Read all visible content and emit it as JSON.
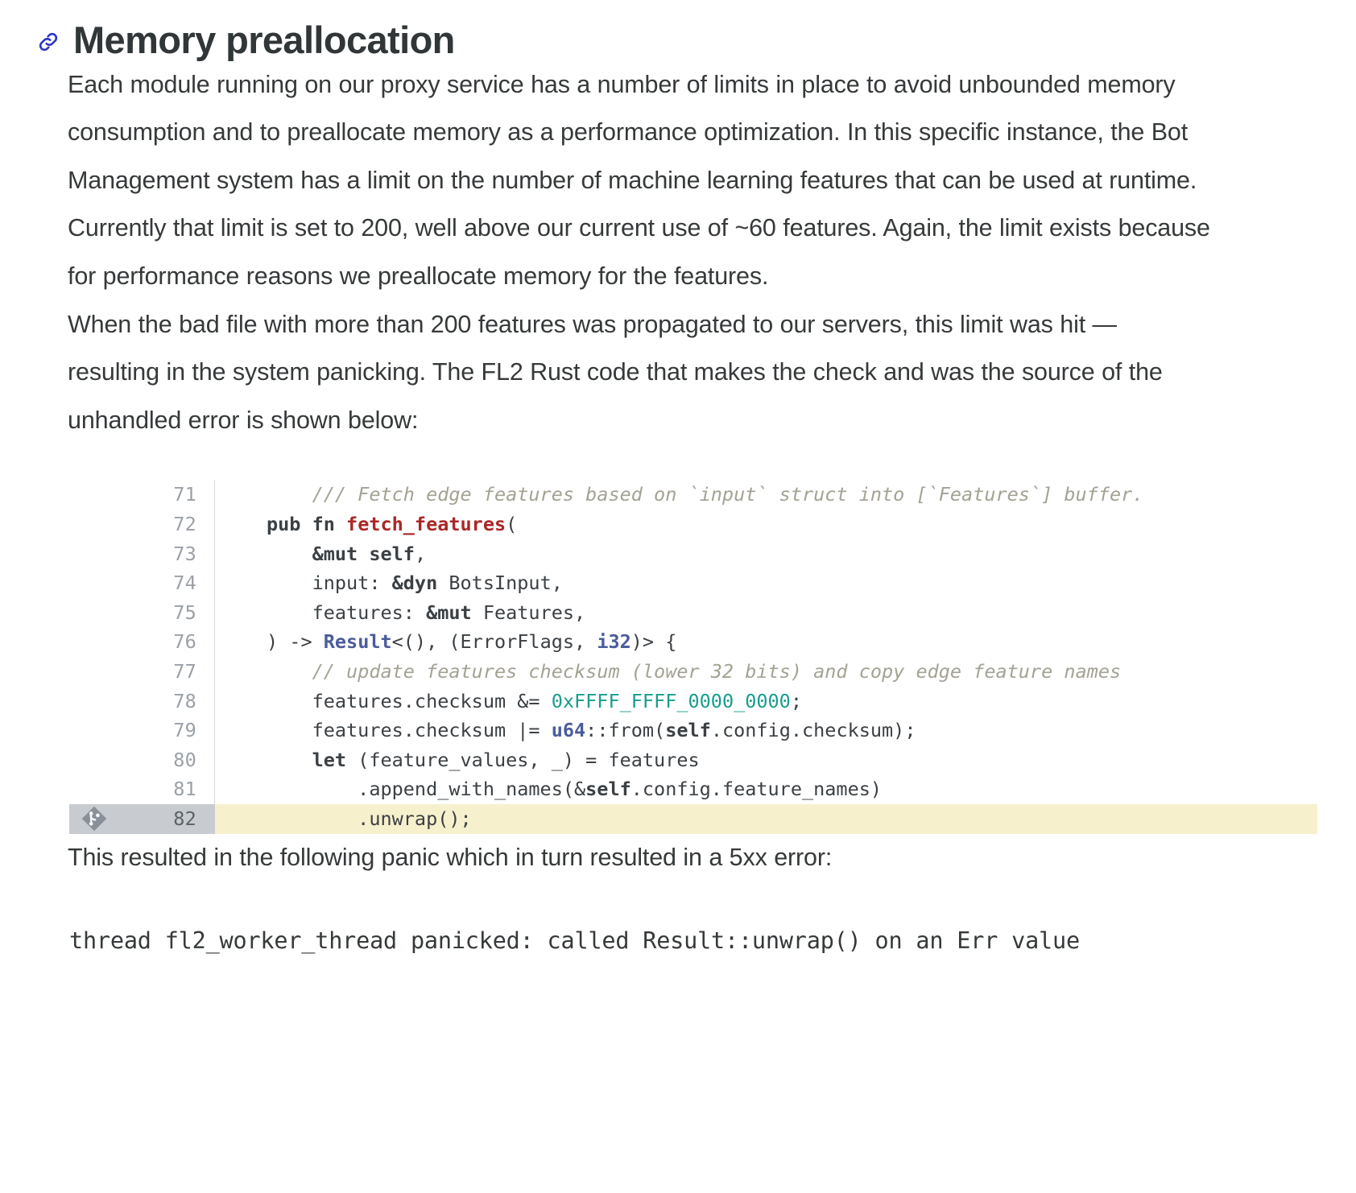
{
  "heading": {
    "anchor_icon": "link-chain-icon",
    "anchor_color": "#2b35c7",
    "title": "Memory preallocation"
  },
  "paragraphs": {
    "p1": "Each module running on our proxy service has a number of limits in place to avoid unbounded memory consumption and to preallocate memory as a performance optimization. In this specific instance, the Bot Management system has a limit on the number of machine learning features that can be used at runtime. Currently that limit is set to 200, well above our current use of ~60 features. Again, the limit exists because for performance reasons we preallocate memory for the features.",
    "p2": "When the bad file with more than 200 features was propagated to our servers, this limit was hit — resulting in the system panicking. The FL2 Rust code that makes the check and was the source of the unhandled error is shown below:",
    "p3": "This resulted in the following panic which in turn resulted in a 5xx error:"
  },
  "code_block": {
    "language": "rust",
    "highlight_color": "#f7f0cd",
    "gutter_highlight_color": "#c8ccd0",
    "marker_icon": "git-logo-icon",
    "lines": [
      {
        "number": "71",
        "highlighted": false,
        "tokens": [
          {
            "t": "    ",
            "c": "plain"
          },
          {
            "t": "/// Fetch edge features based on `input` struct into [`Features`] buffer.",
            "c": "comment"
          }
        ]
      },
      {
        "number": "72",
        "highlighted": false,
        "tokens": [
          {
            "t": "pub fn ",
            "c": "kw"
          },
          {
            "t": "fetch_features",
            "c": "fn"
          },
          {
            "t": "(",
            "c": "plain"
          }
        ]
      },
      {
        "number": "73",
        "highlighted": false,
        "tokens": [
          {
            "t": "    &mut ",
            "c": "kw"
          },
          {
            "t": "self",
            "c": "self"
          },
          {
            "t": ",",
            "c": "plain"
          }
        ]
      },
      {
        "number": "74",
        "highlighted": false,
        "tokens": [
          {
            "t": "    input: ",
            "c": "plain"
          },
          {
            "t": "&dyn ",
            "c": "kw"
          },
          {
            "t": "BotsInput,",
            "c": "plain"
          }
        ]
      },
      {
        "number": "75",
        "highlighted": false,
        "tokens": [
          {
            "t": "    features: ",
            "c": "plain"
          },
          {
            "t": "&mut ",
            "c": "kw"
          },
          {
            "t": "Features,",
            "c": "plain"
          }
        ]
      },
      {
        "number": "76",
        "highlighted": false,
        "tokens": [
          {
            "t": ") -> ",
            "c": "plain"
          },
          {
            "t": "Result",
            "c": "type"
          },
          {
            "t": "<(), (ErrorFlags, ",
            "c": "plain"
          },
          {
            "t": "i32",
            "c": "type"
          },
          {
            "t": ")> {",
            "c": "plain"
          }
        ]
      },
      {
        "number": "77",
        "highlighted": false,
        "tokens": [
          {
            "t": "    ",
            "c": "plain"
          },
          {
            "t": "// update features checksum (lower 32 bits) and copy edge feature names",
            "c": "comment"
          }
        ]
      },
      {
        "number": "78",
        "highlighted": false,
        "tokens": [
          {
            "t": "    features.checksum &= ",
            "c": "plain"
          },
          {
            "t": "0xFFFF_FFFF_0000_0000",
            "c": "num"
          },
          {
            "t": ";",
            "c": "plain"
          }
        ]
      },
      {
        "number": "79",
        "highlighted": false,
        "tokens": [
          {
            "t": "    features.checksum |= ",
            "c": "plain"
          },
          {
            "t": "u64",
            "c": "type"
          },
          {
            "t": "::from(",
            "c": "plain"
          },
          {
            "t": "self",
            "c": "self"
          },
          {
            "t": ".config.checksum);",
            "c": "plain"
          }
        ]
      },
      {
        "number": "80",
        "highlighted": false,
        "tokens": [
          {
            "t": "    ",
            "c": "plain"
          },
          {
            "t": "let",
            "c": "kw"
          },
          {
            "t": " (feature_values, _) = features",
            "c": "plain"
          }
        ]
      },
      {
        "number": "81",
        "highlighted": false,
        "tokens": [
          {
            "t": "        .append_with_names(&",
            "c": "plain"
          },
          {
            "t": "self",
            "c": "self"
          },
          {
            "t": ".config.feature_names)",
            "c": "plain"
          }
        ]
      },
      {
        "number": "82",
        "highlighted": true,
        "tokens": [
          {
            "t": "        .unwrap();",
            "c": "plain"
          }
        ]
      }
    ]
  },
  "panic_output": {
    "text": "thread fl2_worker_thread panicked: called Result::unwrap() on an Err value"
  }
}
